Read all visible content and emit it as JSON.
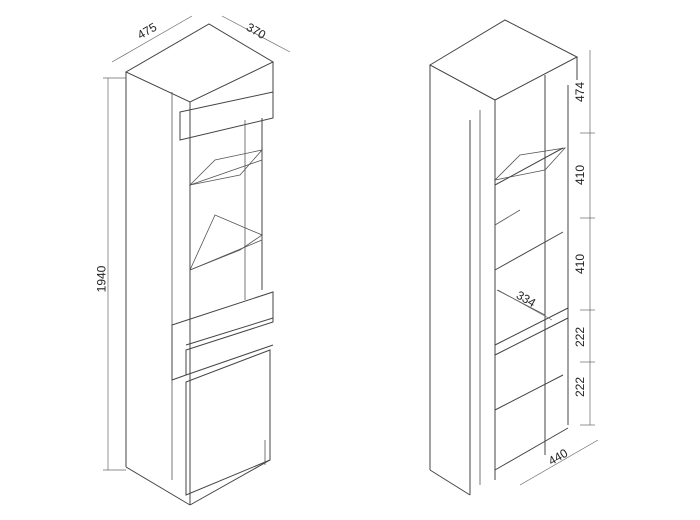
{
  "left_cabinet": {
    "dimensions": {
      "width": "475",
      "depth": "370",
      "height": "1940"
    }
  },
  "right_cabinet": {
    "dimensions": {
      "section_1": "474",
      "section_2": "410",
      "section_3": "410",
      "section_4": "222",
      "section_5": "222",
      "inner_depth": "334",
      "bottom_width": "440"
    }
  }
}
